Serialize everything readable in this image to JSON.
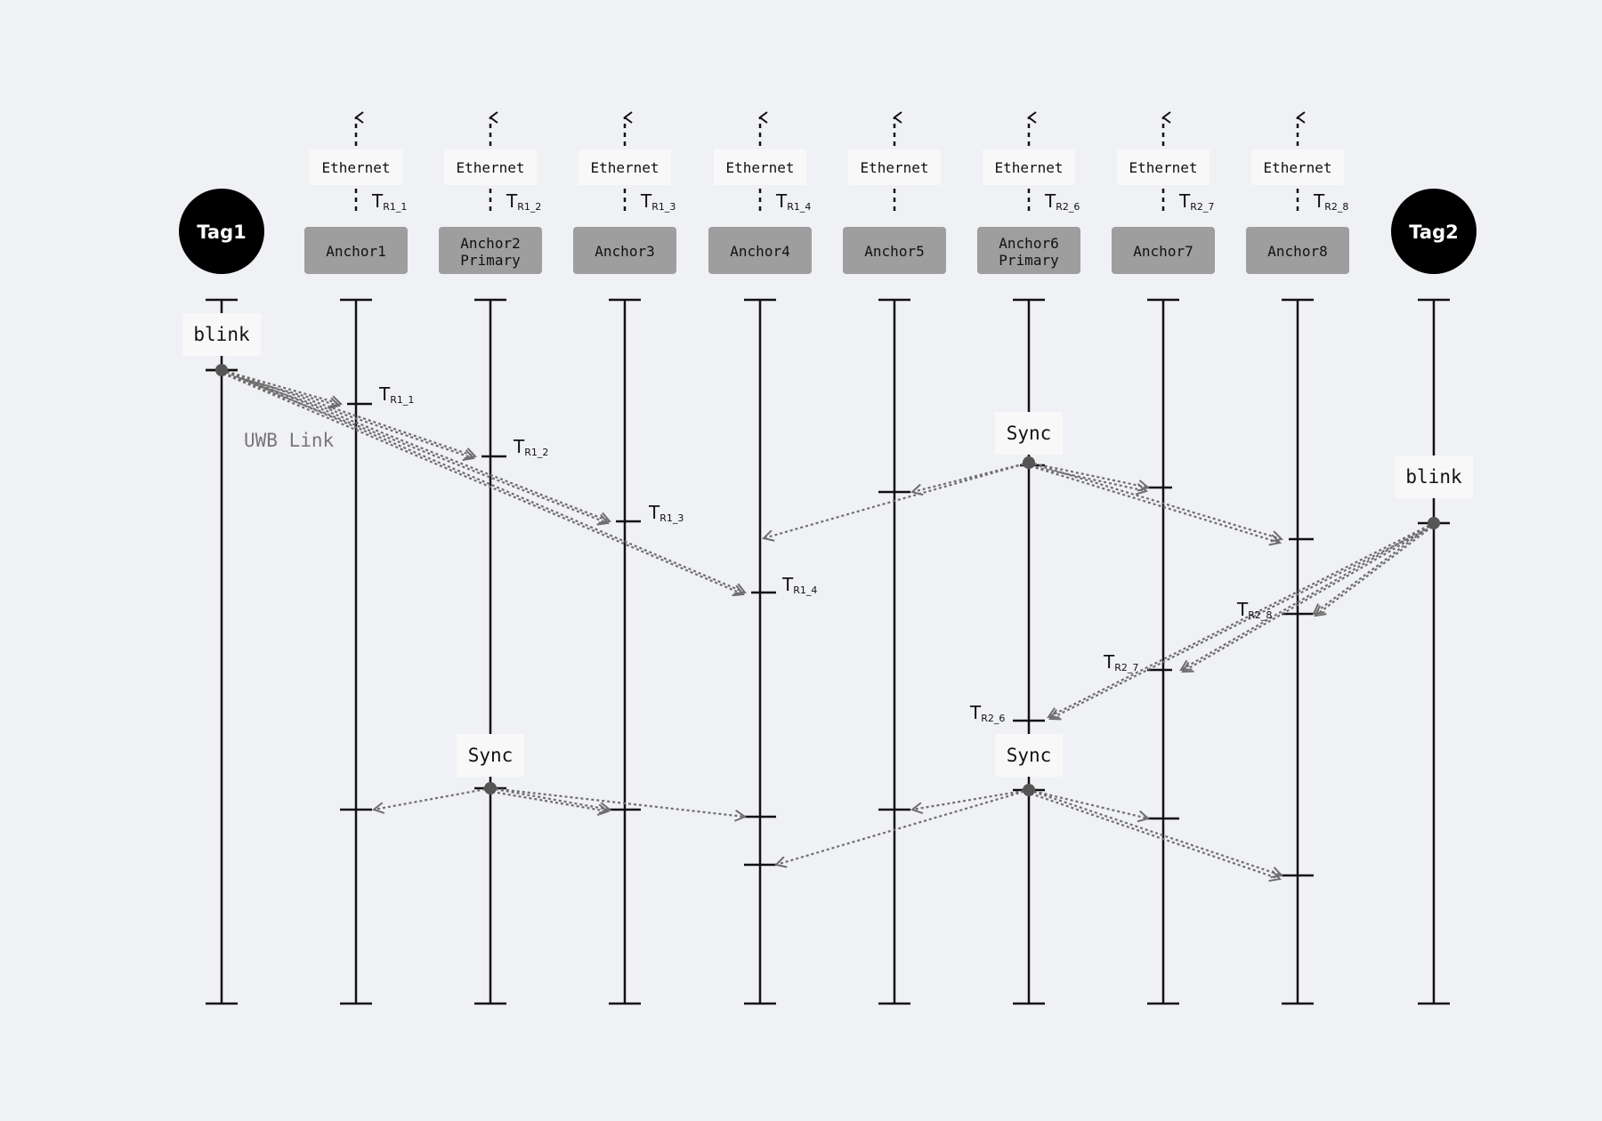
{
  "tags": [
    {
      "id": "tag1",
      "label": "Tag1"
    },
    {
      "id": "tag2",
      "label": "Tag2"
    }
  ],
  "anchors": [
    {
      "id": "a1",
      "lines": [
        "Anchor1"
      ],
      "ethernet": "Ethernet",
      "eth_ts": {
        "main": "T",
        "sub": "R1_1"
      }
    },
    {
      "id": "a2",
      "lines": [
        "Anchor2",
        "Primary"
      ],
      "ethernet": "Ethernet",
      "eth_ts": {
        "main": "T",
        "sub": "R1_2"
      }
    },
    {
      "id": "a3",
      "lines": [
        "Anchor3"
      ],
      "ethernet": "Ethernet",
      "eth_ts": {
        "main": "T",
        "sub": "R1_3"
      }
    },
    {
      "id": "a4",
      "lines": [
        "Anchor4"
      ],
      "ethernet": "Ethernet",
      "eth_ts": {
        "main": "T",
        "sub": "R1_4"
      }
    },
    {
      "id": "a5",
      "lines": [
        "Anchor5"
      ],
      "ethernet": "Ethernet",
      "eth_ts": null
    },
    {
      "id": "a6",
      "lines": [
        "Anchor6",
        "Primary"
      ],
      "ethernet": "Ethernet",
      "eth_ts": {
        "main": "T",
        "sub": "R2_6"
      }
    },
    {
      "id": "a7",
      "lines": [
        "Anchor7"
      ],
      "ethernet": "Ethernet",
      "eth_ts": {
        "main": "T",
        "sub": "R2_7"
      }
    },
    {
      "id": "a8",
      "lines": [
        "Anchor8"
      ],
      "ethernet": "Ethernet",
      "eth_ts": {
        "main": "T",
        "sub": "R2_8"
      }
    }
  ],
  "blink_label": "blink",
  "sync_label": "Sync",
  "uwb_link_label": "UWB Link",
  "rx_labels": [
    {
      "main": "T",
      "sub": "R1_1"
    },
    {
      "main": "T",
      "sub": "R1_2"
    },
    {
      "main": "T",
      "sub": "R1_3"
    },
    {
      "main": "T",
      "sub": "R1_4"
    },
    {
      "main": "T",
      "sub": "R2_8"
    },
    {
      "main": "T",
      "sub": "R2_7"
    },
    {
      "main": "T",
      "sub": "R2_6"
    }
  ],
  "colors": {
    "background": "#f0f1f5",
    "anchor_box": "#9e9e9e",
    "tag_fill": "#000000",
    "label_box": "#f8f8f8",
    "arrow": "#6e6e6e",
    "line": "#111111",
    "uwb_text": "#777777"
  }
}
